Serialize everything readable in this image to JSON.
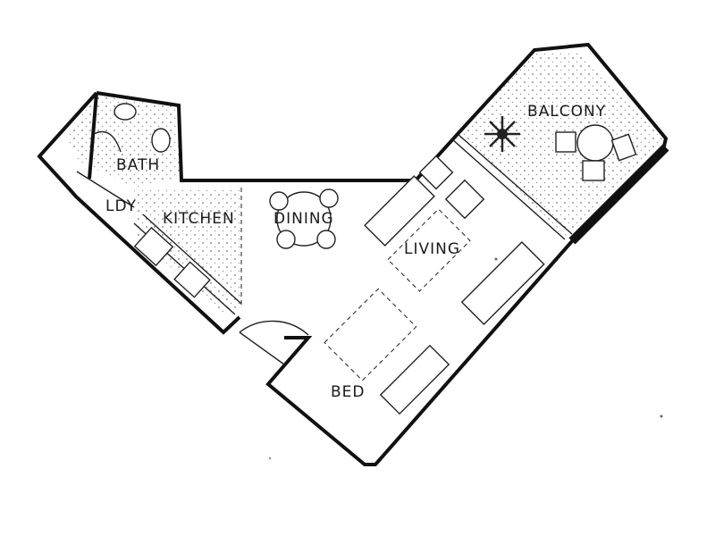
{
  "rooms": {
    "bath": "BATH",
    "ldy": "LDY",
    "kitchen": "KITCHEN",
    "dining": "DINING",
    "living": "LIVING",
    "balcony": "BALCONY",
    "bed": "BED"
  },
  "colors": {
    "walls": "#111111",
    "background": "#ffffff"
  }
}
